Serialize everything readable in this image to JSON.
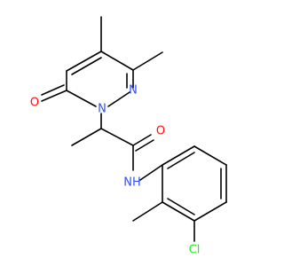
{
  "molecule": {
    "atoms": {
      "oxygen_ring_label": "O",
      "nitrogen_ring_1_label": "N",
      "nitrogen_ring_2_label": "N",
      "oxygen_amide_label": "O",
      "nitrogen_amide_label": "NH",
      "chlorine_label": "Cl"
    },
    "colors": {
      "bond": "#000000",
      "oxygen": "#ff0d0d",
      "nitrogen": "#3050f8",
      "chlorine": "#1ff01f"
    }
  }
}
